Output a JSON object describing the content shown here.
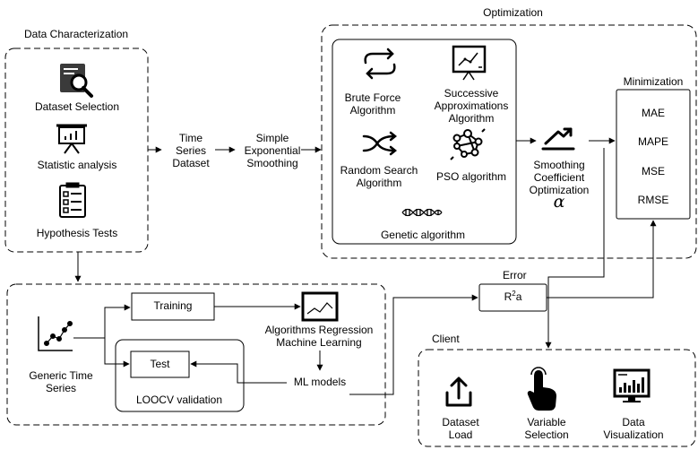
{
  "data_characterization": {
    "title": "Data Characterization",
    "dataset_selection": "Dataset Selection",
    "statistic_analysis": "Statistic analysis",
    "hypothesis_tests": "Hypothesis Tests"
  },
  "flow": {
    "time_series_line1": "Time",
    "time_series_line2": "Series",
    "time_series_line3": "Dataset",
    "ses_line1": "Simple",
    "ses_line2": "Exponential",
    "ses_line3": "Smoothing"
  },
  "optimization": {
    "title": "Optimization",
    "brute_force_line1": "Brute Force",
    "brute_force_line2": "Algorithm",
    "successive_line1": "Successive",
    "successive_line2": "Approximations",
    "successive_line3": "Algorithm",
    "random_search_line1": "Random Search",
    "random_search_line2": "Algorithm",
    "pso": "PSO algorithm",
    "genetic": "Genetic algorithm",
    "smoothing_line1": "Smoothing",
    "smoothing_line2": "Coefficient",
    "smoothing_line3": "Optimization",
    "alpha": "α"
  },
  "minimization": {
    "title": "Minimization",
    "metrics": [
      "MAE",
      "MAPE",
      "MSE",
      "RMSE"
    ]
  },
  "ml": {
    "generic_line1": "Generic Time",
    "generic_line2": "Series",
    "training": "Training",
    "test": "Test",
    "loocv": "LOOCV validation",
    "regression_line1": "Algorithms Regression",
    "regression_line2": "Machine Learning",
    "ml_models": "ML models"
  },
  "error": {
    "title": "Error",
    "r2a_base": "R",
    "r2a_sup": "2",
    "r2a_sub": "a"
  },
  "client": {
    "title": "Client",
    "dataset_load_line1": "Dataset",
    "dataset_load_line2": "Load",
    "variable_line1": "Variable",
    "variable_line2": "Selection",
    "visualization_line1": "Data",
    "visualization_line2": "Visualization"
  }
}
